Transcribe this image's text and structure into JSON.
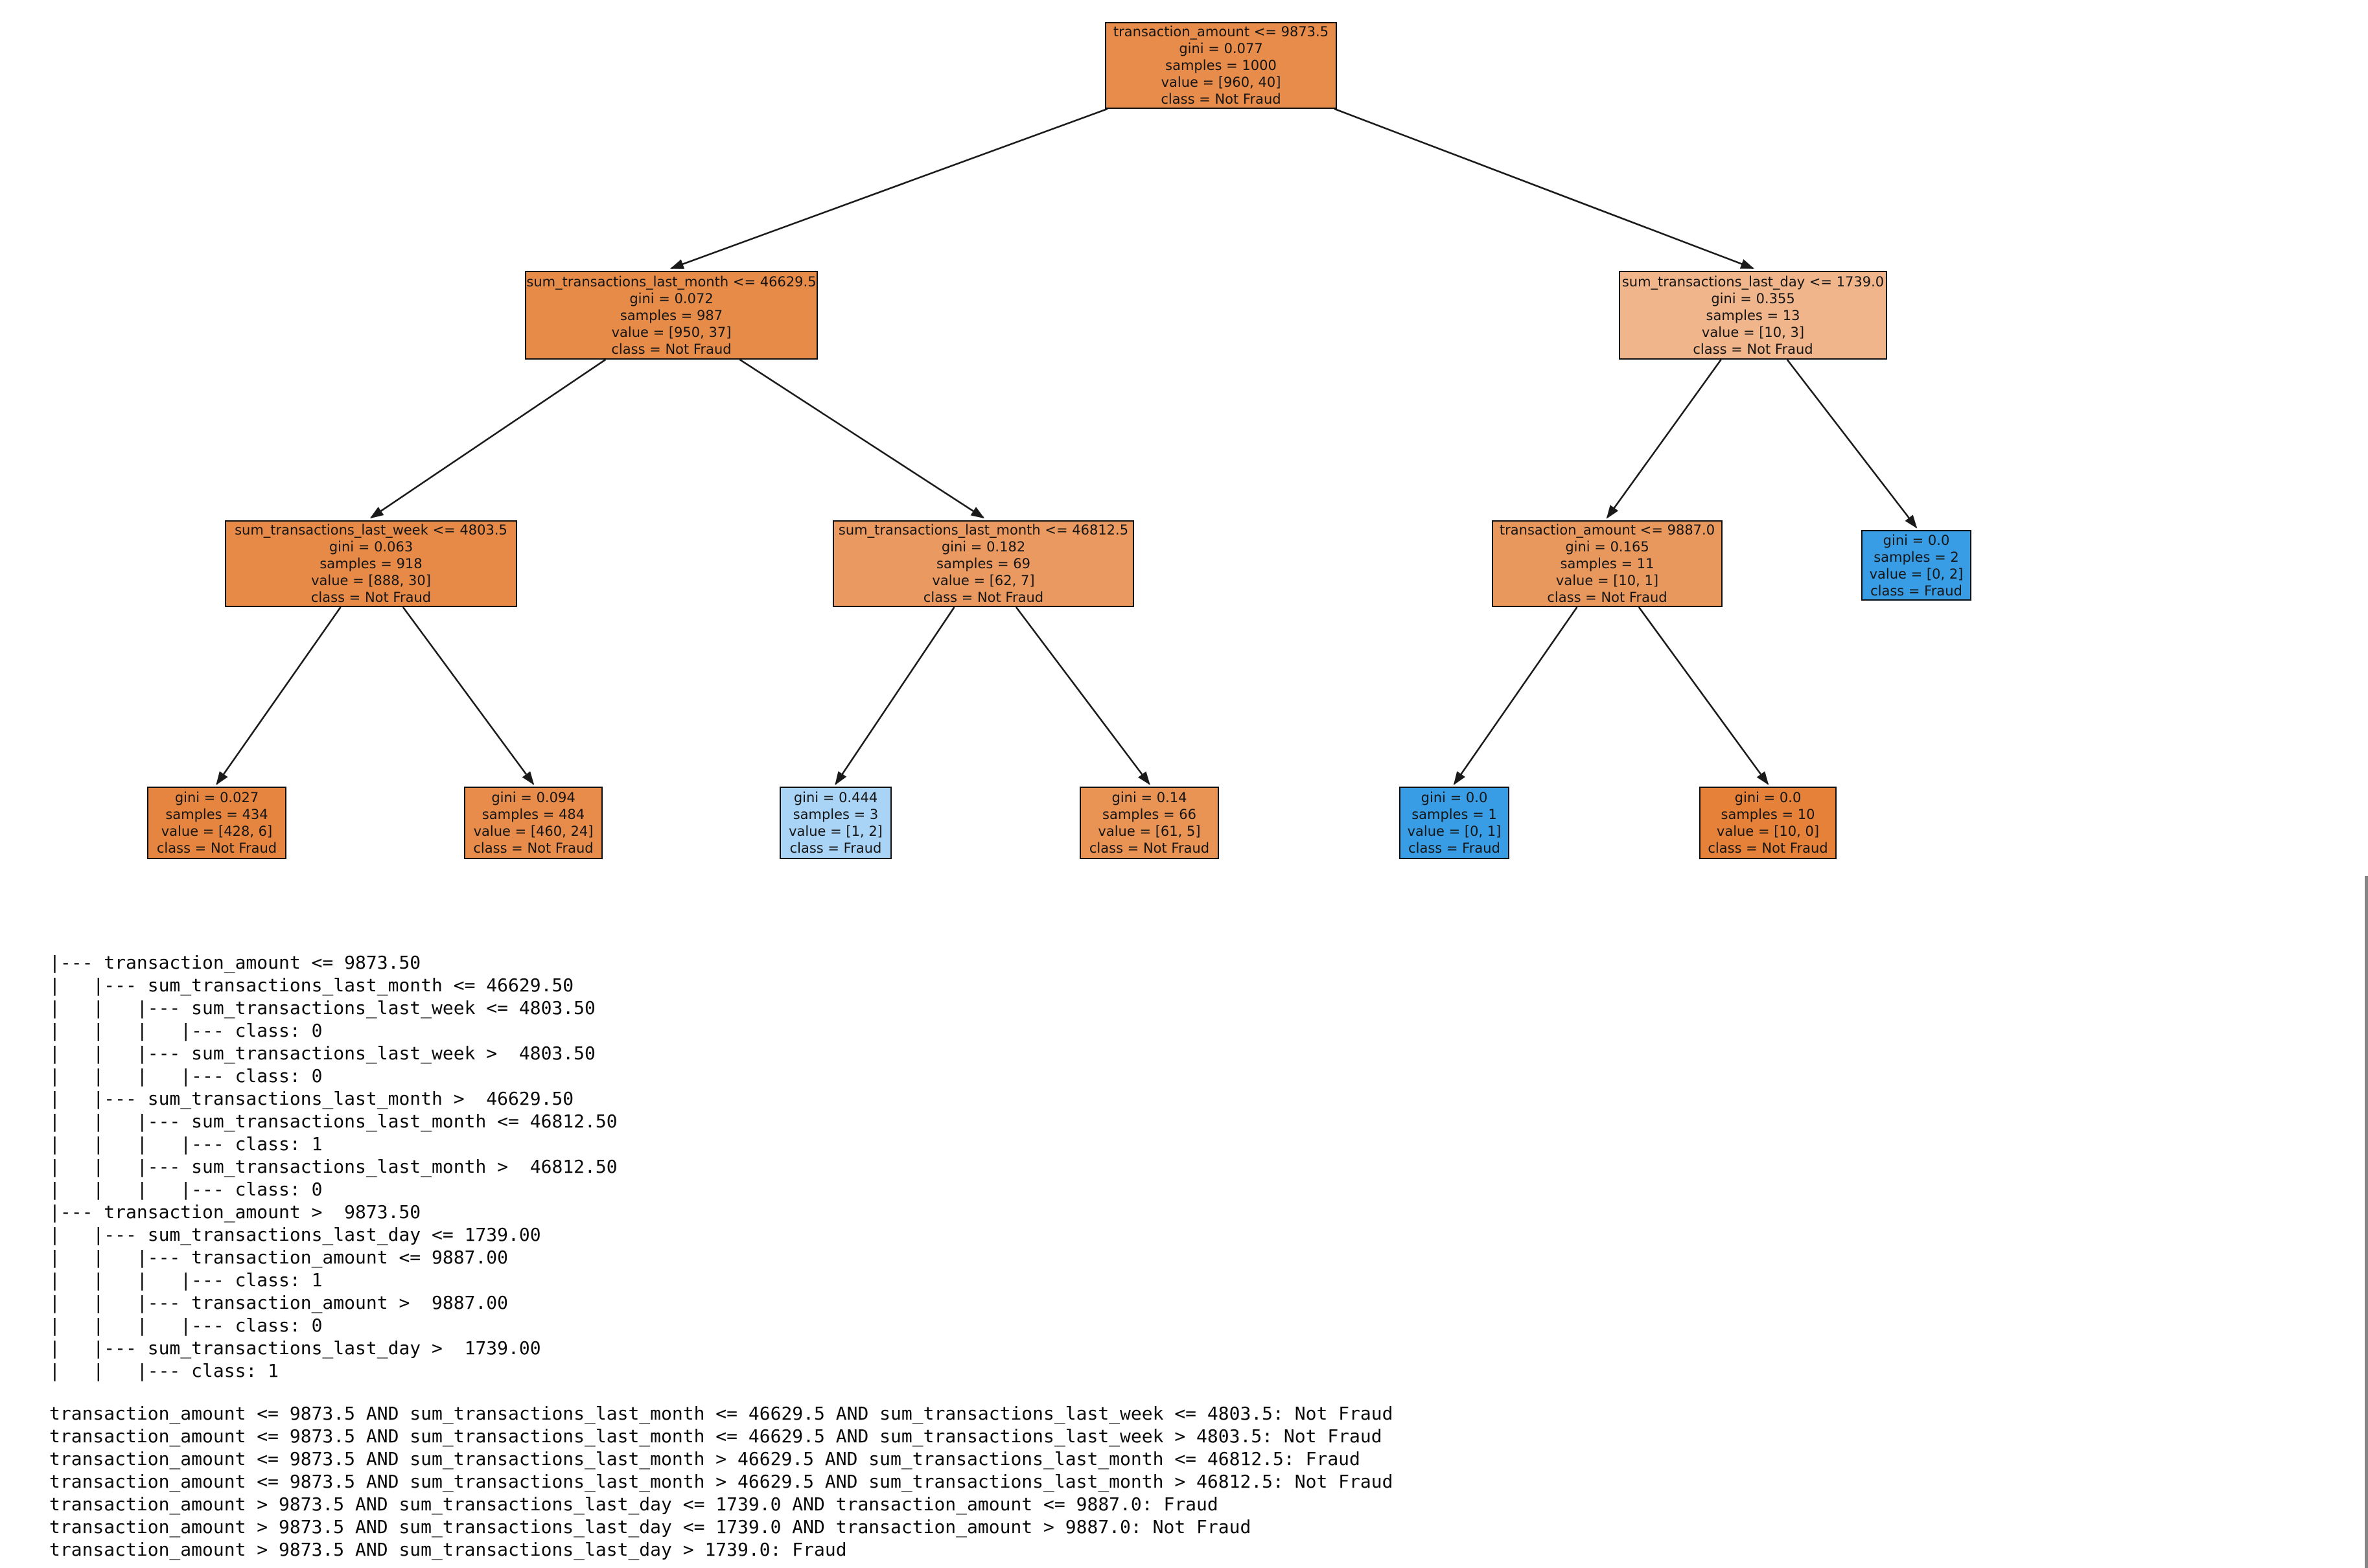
{
  "figure": {
    "title_semantic": "decision-tree-plot",
    "class_names": [
      "Not Fraud",
      "Fraud"
    ],
    "accent_colors": {
      "not_fraud_orange": "#e58139",
      "fraud_blue": "#399de5"
    },
    "nodes": [
      {
        "id": "n0",
        "fill": "#e78c4b",
        "lines": [
          "transaction_amount <= 9873.5",
          "gini = 0.077",
          "samples = 1000",
          "value = [960, 40]",
          "class = Not Fraud"
        ]
      },
      {
        "id": "n1",
        "fill": "#e78b49",
        "lines": [
          "sum_transactions_last_month <= 46629.5",
          "gini = 0.072",
          "samples = 987",
          "value = [950, 37]",
          "class = Not Fraud"
        ]
      },
      {
        "id": "n2",
        "fill": "#f0b58a",
        "lines": [
          "sum_transactions_last_day <= 1739.0",
          "gini = 0.355",
          "samples = 13",
          "value = [10, 3]",
          "class = Not Fraud"
        ]
      },
      {
        "id": "n3",
        "fill": "#e78a47",
        "lines": [
          "sum_transactions_last_week <= 4803.5",
          "gini = 0.063",
          "samples = 918",
          "value = [888, 30]",
          "class = Not Fraud"
        ]
      },
      {
        "id": "n4",
        "fill": "#ea9a61",
        "lines": [
          "sum_transactions_last_month <= 46812.5",
          "gini = 0.182",
          "samples = 69",
          "value = [62, 7]",
          "class = Not Fraud"
        ]
      },
      {
        "id": "n5",
        "fill": "#e9985d",
        "lines": [
          "transaction_amount <= 9887.0",
          "gini = 0.165",
          "samples = 11",
          "value = [10, 1]",
          "class = Not Fraud"
        ]
      },
      {
        "id": "n6",
        "fill": "#399de5",
        "lines": [
          "gini = 0.0",
          "samples = 2",
          "value = [0, 2]",
          "class = Fraud"
        ]
      },
      {
        "id": "n7",
        "fill": "#e6853f",
        "lines": [
          "gini = 0.027",
          "samples = 434",
          "value = [428, 6]",
          "class = Not Fraud"
        ]
      },
      {
        "id": "n8",
        "fill": "#e78c4b",
        "lines": [
          "gini = 0.094",
          "samples = 484",
          "value = [460, 24]",
          "class = Not Fraud"
        ]
      },
      {
        "id": "n9",
        "fill": "#a9d4f5",
        "lines": [
          "gini = 0.444",
          "samples = 3",
          "value = [1, 2]",
          "class = Fraud"
        ]
      },
      {
        "id": "n10",
        "fill": "#e99355",
        "lines": [
          "gini = 0.14",
          "samples = 66",
          "value = [61, 5]",
          "class = Not Fraud"
        ]
      },
      {
        "id": "n11",
        "fill": "#399de5",
        "lines": [
          "gini = 0.0",
          "samples = 1",
          "value = [0, 1]",
          "class = Fraud"
        ]
      },
      {
        "id": "n12",
        "fill": "#e58139",
        "lines": [
          "gini = 0.0",
          "samples = 10",
          "value = [10, 0]",
          "class = Not Fraud"
        ]
      }
    ],
    "edges": [
      [
        "n0",
        "n1"
      ],
      [
        "n0",
        "n2"
      ],
      [
        "n1",
        "n3"
      ],
      [
        "n1",
        "n4"
      ],
      [
        "n2",
        "n5"
      ],
      [
        "n2",
        "n6"
      ],
      [
        "n3",
        "n7"
      ],
      [
        "n3",
        "n8"
      ],
      [
        "n4",
        "n9"
      ],
      [
        "n4",
        "n10"
      ],
      [
        "n5",
        "n11"
      ],
      [
        "n5",
        "n12"
      ]
    ]
  },
  "tree_text": {
    "lines": [
      "|--- transaction_amount <= 9873.50",
      "|   |--- sum_transactions_last_month <= 46629.50",
      "|   |   |--- sum_transactions_last_week <= 4803.50",
      "|   |   |   |--- class: 0",
      "|   |   |--- sum_transactions_last_week >  4803.50",
      "|   |   |   |--- class: 0",
      "|   |--- sum_transactions_last_month >  46629.50",
      "|   |   |--- sum_transactions_last_month <= 46812.50",
      "|   |   |   |--- class: 1",
      "|   |   |--- sum_transactions_last_month >  46812.50",
      "|   |   |   |--- class: 0",
      "|--- transaction_amount >  9873.50",
      "|   |--- sum_transactions_last_day <= 1739.00",
      "|   |   |--- transaction_amount <= 9887.00",
      "|   |   |   |--- class: 1",
      "|   |   |--- transaction_amount >  9887.00",
      "|   |   |   |--- class: 0",
      "|   |--- sum_transactions_last_day >  1739.00",
      "|   |   |--- class: 1"
    ]
  },
  "rules_text": {
    "lines": [
      "transaction_amount <= 9873.5 AND sum_transactions_last_month <= 46629.5 AND sum_transactions_last_week <= 4803.5: Not Fraud",
      "transaction_amount <= 9873.5 AND sum_transactions_last_month <= 46629.5 AND sum_transactions_last_week > 4803.5: Not Fraud",
      "transaction_amount <= 9873.5 AND sum_transactions_last_month > 46629.5 AND sum_transactions_last_month <= 46812.5: Fraud",
      "transaction_amount <= 9873.5 AND sum_transactions_last_month > 46629.5 AND sum_transactions_last_month > 46812.5: Not Fraud",
      "transaction_amount > 9873.5 AND sum_transactions_last_day <= 1739.0 AND transaction_amount <= 9887.0: Fraud",
      "transaction_amount > 9873.5 AND sum_transactions_last_day <= 1739.0 AND transaction_amount > 9887.0: Not Fraud",
      "transaction_amount > 9873.5 AND sum_transactions_last_day > 1739.0: Fraud"
    ]
  }
}
